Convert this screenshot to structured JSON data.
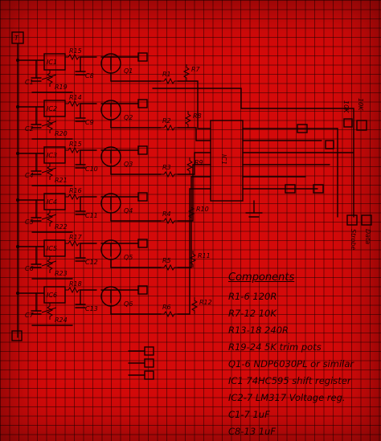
{
  "schematic": {
    "top_terminal": "T",
    "stages": [
      {
        "ic": "IC1",
        "rs": "R15",
        "rt": "R19",
        "cin": "C1",
        "cout": "C8",
        "q": "Q1"
      },
      {
        "ic": "IC2",
        "rs": "R14",
        "rt": "R20",
        "cin": "C2",
        "cout": "C9",
        "q": "Q2"
      },
      {
        "ic": "IC3",
        "rs": "R15",
        "rt": "R21",
        "cin": "C4",
        "cout": "C10",
        "q": "Q3"
      },
      {
        "ic": "IC4",
        "rs": "R16",
        "rt": "R22",
        "cin": "C5",
        "cout": "C11",
        "q": "Q4"
      },
      {
        "ic": "IC5",
        "rs": "R17",
        "rt": "R23",
        "cin": "C6",
        "cout": "C12",
        "q": "Q5"
      },
      {
        "ic": "IC6",
        "rs": "R18",
        "rt": "R24",
        "cin": "C7",
        "cout": "C13",
        "q": "Q6"
      }
    ],
    "gate_resistors": [
      "R1",
      "R2",
      "R3",
      "R4",
      "R5",
      "R6"
    ],
    "pullup_resistors": [
      "R7",
      "R8",
      "R9",
      "R10",
      "R11",
      "R12"
    ],
    "shift_register": "IC1",
    "right_labels": [
      "10K",
      "10K"
    ],
    "bottom_right_labels": [
      "Strobe",
      "Data"
    ]
  },
  "components": {
    "title": "Components",
    "lines": [
      "R1-6 120R",
      "R7-12 10K",
      "R13-18 240R",
      "R19-24 5K trim pots",
      "Q1-6 NDP6030PL or similar",
      "IC1 74HC595 shift register",
      "IC2-7 LM317 Voltage reg.",
      "C1-7 1uF",
      "C8-13 1uF"
    ]
  }
}
